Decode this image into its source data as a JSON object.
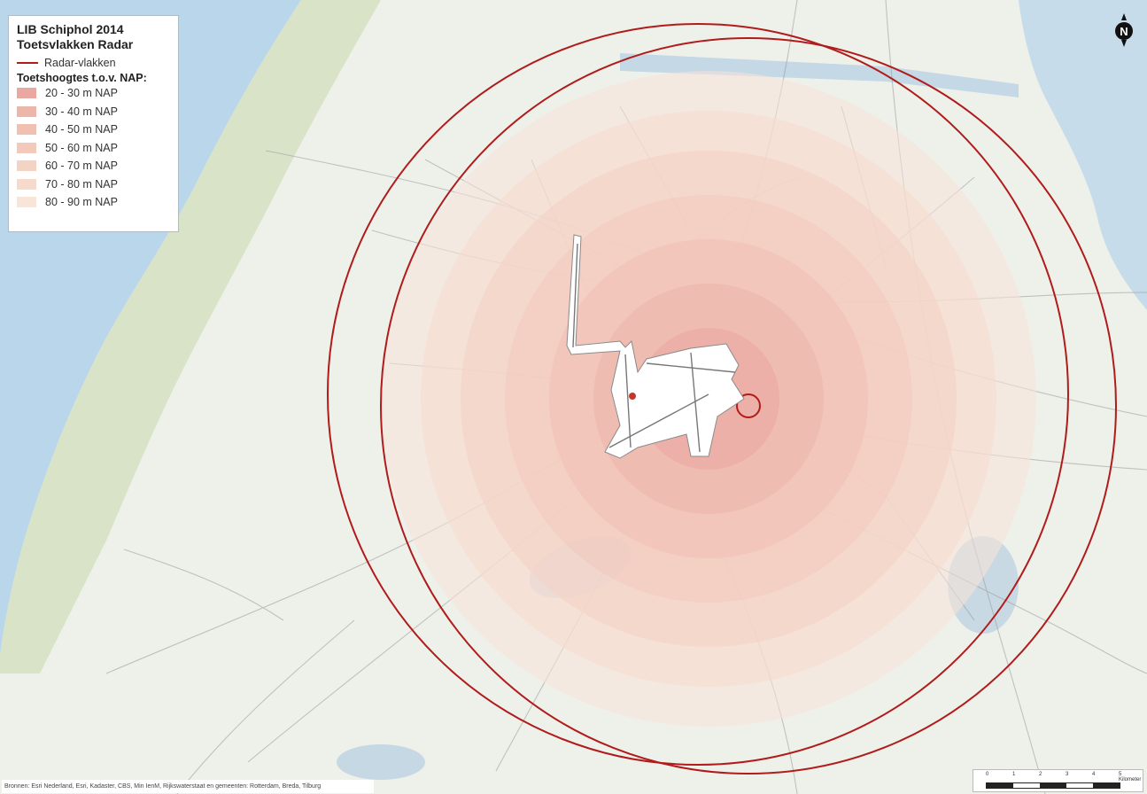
{
  "legend": {
    "title_line1": "LIB Schiphol 2014",
    "title_line2": "Toetsvlakken Radar",
    "radar_line_label": "Radar-vlakken",
    "heights_heading": "Toetshoogtes t.o.v. NAP:",
    "classes": [
      {
        "label": "20 - 30 m NAP",
        "color": "#e9a9a2"
      },
      {
        "label": "30 - 40 m NAP",
        "color": "#edb6ab"
      },
      {
        "label": "40 - 50 m NAP",
        "color": "#f0c0b3"
      },
      {
        "label": "50 - 60 m NAP",
        "color": "#f2c9bb"
      },
      {
        "label": "60 - 70 m NAP",
        "color": "#f4d2c4"
      },
      {
        "label": "70 - 80 m NAP",
        "color": "#f6dbcd"
      },
      {
        "label": "80 - 90 m NAP",
        "color": "#f8e4d8"
      }
    ]
  },
  "colors": {
    "radar_line": "#b01c1c",
    "sea": "#b9d6ea",
    "land": "#eef0ea",
    "dunes": "#d9e3c8"
  },
  "credits": "Bronnen: Esri Nederland, Esri, Kadaster, CBS, Min IenM, Rijkswaterstaat en gemeenten: Rotterdam, Breda, Tilburg",
  "scale": {
    "ticks": [
      "0",
      "1",
      "2",
      "3",
      "4",
      "5 Kilometer"
    ]
  },
  "north_arrow": {
    "label": "N",
    "icon": "north-arrow-icon"
  }
}
